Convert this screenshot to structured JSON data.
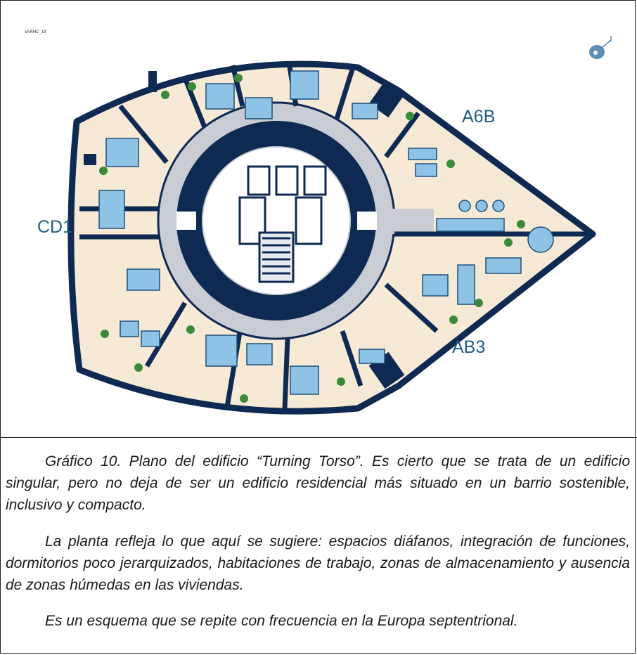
{
  "figure": {
    "drawing_code": "VARHC_18",
    "units": [
      {
        "label": "A6B"
      },
      {
        "label": "CD1"
      },
      {
        "label": "AB3"
      }
    ],
    "colors": {
      "wall": "#0f2a52",
      "floor": "#f6e9d6",
      "circulation": "#c9ccd2",
      "furniture": "#8fc3e6",
      "furniture_stroke": "#1d4f7a",
      "plant": "#3b8a3a",
      "label": "#1d5f86"
    },
    "icons": [
      "compass-icon"
    ]
  },
  "caption": {
    "paragraph1": "Gráfico 10. Plano del edificio “Turning Torso”. Es cierto que se trata de un edificio singular, pero no deja de ser un edificio residencial más situado en un barrio sostenible, inclusivo y compacto.",
    "paragraph2": "La planta refleja lo que aquí se sugiere: espacios diáfanos, integración de funciones, dormitorios poco jerarquizados, habitaciones de trabajo, zonas de almacenamiento y ausencia de zonas húmedas en las viviendas.",
    "paragraph3": "Es un esquema que se repite con frecuencia en la Europa septentrional."
  }
}
